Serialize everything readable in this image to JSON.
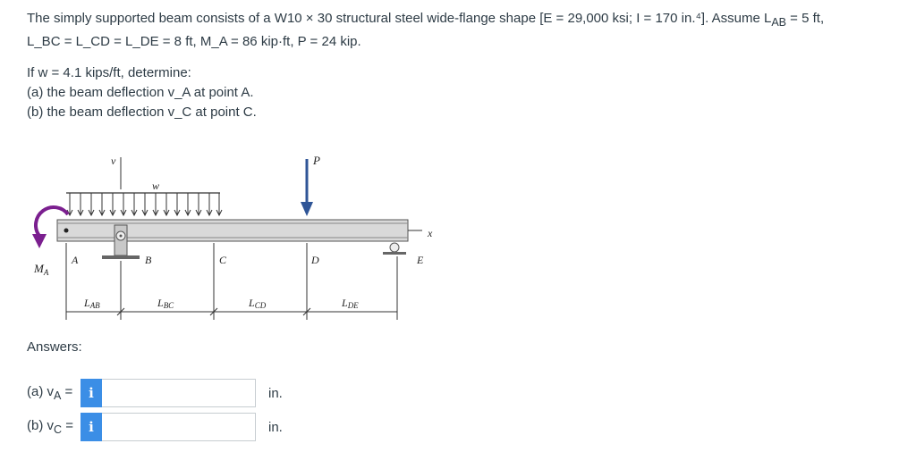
{
  "problem": {
    "line1": "The simply supported beam consists of a W10 × 30 structural steel wide-flange shape [E = 29,000 ksi; I = 170 in.⁴]. Assume L",
    "line1_sub": "AB",
    "line1_end": " = 5 ft,",
    "line2": "L_BC = L_CD = L_DE = 8 ft, M_A = 86 kip·ft, P = 24 kip.",
    "line3": "If w = 4.1 kips/ft, determine:",
    "line4": "(a) the beam deflection v_A at point A.",
    "line5": "(b) the beam deflection v_C at point C."
  },
  "figure": {
    "label_v": "v",
    "label_w": "w",
    "label_P": "P",
    "label_x": "x",
    "label_A": "A",
    "label_B": "B",
    "label_C": "C",
    "label_D": "D",
    "label_E": "E",
    "label_MA": "M",
    "label_MA_sub": "A",
    "dim_labels": [
      {
        "main": "L",
        "sub": "AB"
      },
      {
        "main": "L",
        "sub": "BC"
      },
      {
        "main": "L",
        "sub": "CD"
      },
      {
        "main": "L",
        "sub": "DE"
      }
    ],
    "colors": {
      "moment_arrow": "#7b1f8f",
      "load_arrow": "#2f5597",
      "beam_fill": "#d9d9d9"
    }
  },
  "answers": {
    "title": "Answers:",
    "a": {
      "label": "(a) v",
      "sub": "A",
      "eq": " =",
      "info": "i",
      "value": "",
      "unit": "in."
    },
    "b": {
      "label": "(b) v",
      "sub": "C",
      "eq": " =",
      "info": "i",
      "value": "",
      "unit": "in."
    }
  }
}
